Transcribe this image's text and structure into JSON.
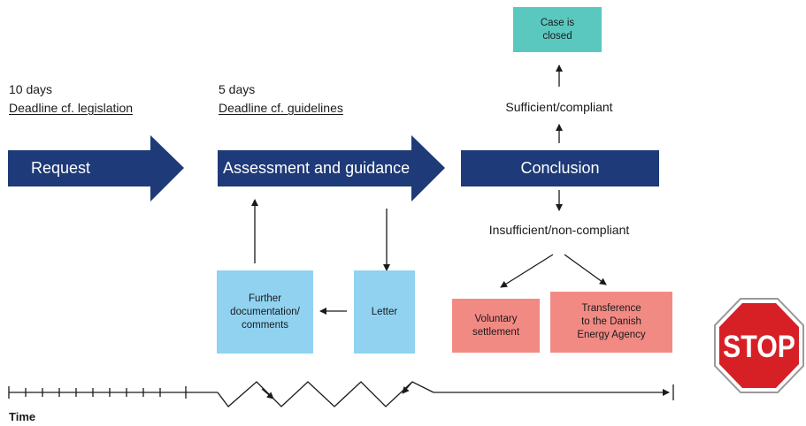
{
  "deadlines": {
    "request": {
      "days": "10 days",
      "note": "Deadline cf. legislation"
    },
    "assessment": {
      "days": "5 days",
      "note": "Deadline cf. guidelines"
    }
  },
  "stages": {
    "request": "Request",
    "assessment": "Assessment and guidance",
    "conclusion": "Conclusion"
  },
  "outcomes": {
    "sufficient": "Sufficient/compliant",
    "insufficient": "Insufficient/non-compliant"
  },
  "boxes": {
    "case_closed": "Case is\nclosed",
    "further_documentation": "Further\ndocumentation/\ncomments",
    "letter": "Letter",
    "voluntary_settlement": "Voluntary\nsettlement",
    "transference": "Transference\nto the Danish\nEnergy Agency"
  },
  "stop_sign": "STOP",
  "timeline": {
    "label": "Time"
  },
  "colors": {
    "stage_arrow": "#1e3a78",
    "closed_box": "#5bc8c0",
    "info_box": "#90d2f0",
    "outcome_box": "#f28a84",
    "stop_sign": "#d71f26",
    "line": "#1a1a1a"
  }
}
